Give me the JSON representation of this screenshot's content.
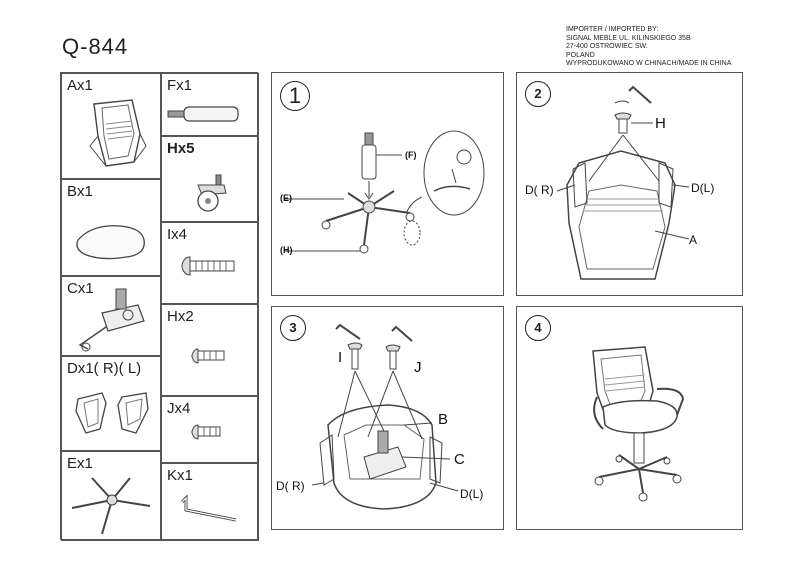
{
  "title": "Q-844",
  "importer": [
    "IMPORTER / IMPORTED BY:",
    "SIGNAL MEBLE  UL. KILINSKIEGO 35B",
    "27-400 OSTROWIEC SW.",
    "POLAND",
    "WYPRODUKOWANO W CHINACH/MADE IN CHINA"
  ],
  "parts": {
    "a": "Ax1",
    "b": "Bx1",
    "c": "Cx1",
    "d": "Dx1( R)( L)",
    "e": "Ex1",
    "f": "Fx1",
    "h5": "Hx5",
    "i": "Ix4",
    "h2": "Hx2",
    "j": "Jx4",
    "k": "Kx1"
  },
  "steps": {
    "s1": {
      "num": "1",
      "labels": {
        "f": "(F)",
        "e": "(E)",
        "h": "(H)"
      }
    },
    "s2": {
      "num": "2",
      "labels": {
        "h": "H",
        "dr": "D( R)",
        "dl": "D(L)",
        "a": "A"
      }
    },
    "s3": {
      "num": "3",
      "labels": {
        "i": "I",
        "j": "J",
        "b": "B",
        "c": "C",
        "dr": "D(  R)",
        "dl": "D(L)"
      }
    },
    "s4": {
      "num": "4"
    }
  }
}
